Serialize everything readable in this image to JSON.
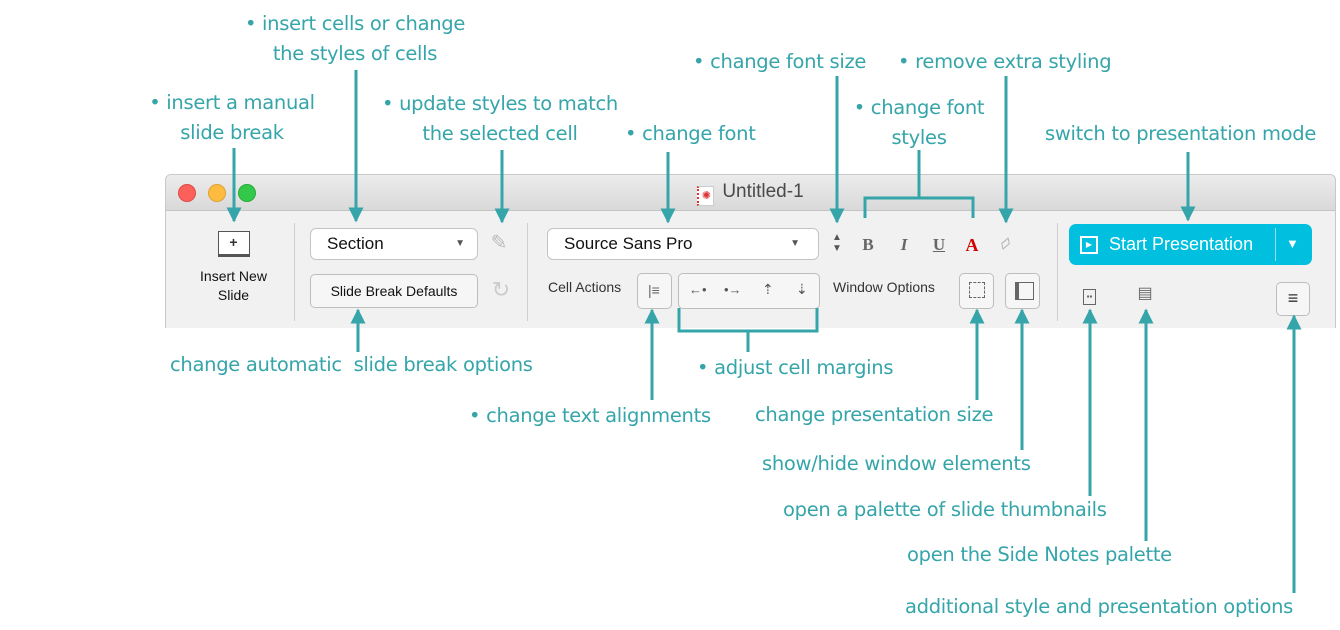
{
  "window": {
    "title": "Untitled-1",
    "traffic_lights": [
      "#fc605b",
      "#fdbc40",
      "#34c84a"
    ]
  },
  "toolbar": {
    "insert_new_slide": "Insert New Slide",
    "cell_style_value": "Section",
    "slide_break_defaults": "Slide Break Defaults",
    "font_value": "Source Sans Pro",
    "cell_actions_label": "Cell Actions",
    "window_options_label": "Window Options",
    "bold": "B",
    "italic": "I",
    "underline": "U",
    "font_color": "A",
    "start_presentation": "Start Presentation",
    "accent_color": "#00bfdf"
  },
  "annotations": {
    "insert_slide_break": [
      "• insert a manual",
      "slide break"
    ],
    "insert_cells": [
      "• insert cells or change",
      "the styles of cells"
    ],
    "update_styles": [
      "• update styles to match",
      "the selected cell"
    ],
    "change_font": "• change font",
    "change_font_size": "• change font size",
    "remove_styling": "• remove extra styling",
    "change_font_styles": [
      "• change font",
      "styles"
    ],
    "presentation_mode": "switch to presentation mode",
    "slide_break_options": "change automatic  slide break options",
    "cell_margins": "• adjust cell margins",
    "text_alignments": "• change text alignments",
    "presentation_size": "change presentation size",
    "window_elements": "show/hide window elements",
    "slide_thumbnails": "open a palette of slide thumbnails",
    "side_notes": "open the Side Notes palette",
    "additional_options": "additional style and presentation options",
    "color": "#35a5aa"
  }
}
